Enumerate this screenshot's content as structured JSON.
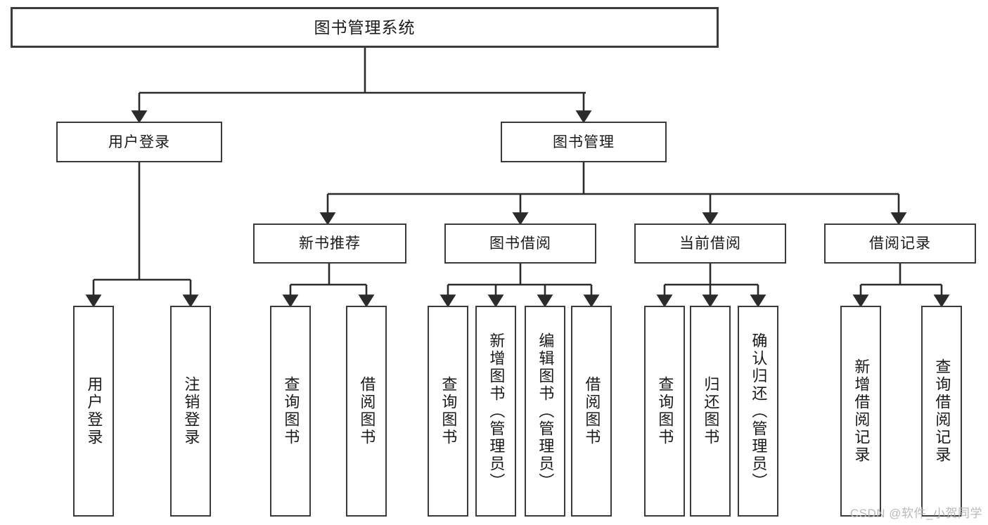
{
  "diagram": {
    "title": "图书管理系统",
    "type": "tree-hierarchy-chart",
    "root": {
      "label": "图书管理系统"
    },
    "level1": [
      {
        "label": "用户登录"
      },
      {
        "label": "图书管理"
      }
    ],
    "level2": [
      {
        "label": "新书推荐"
      },
      {
        "label": "图书借阅"
      },
      {
        "label": "当前借阅"
      },
      {
        "label": "借阅记录"
      }
    ],
    "leaves": {
      "user_login": [
        {
          "label": "用户登录"
        },
        {
          "label": "注销登录"
        }
      ],
      "new_book_recommend": [
        {
          "label": "查询图书"
        },
        {
          "label": "借阅图书"
        }
      ],
      "book_borrow": [
        {
          "label": "查询图书"
        },
        {
          "label": "新增图书（管理员）"
        },
        {
          "label": "编辑图书（管理员）"
        },
        {
          "label": "借阅图书"
        }
      ],
      "current_borrow": [
        {
          "label": "查询图书"
        },
        {
          "label": "归还图书"
        },
        {
          "label": "确认归还（管理员）"
        }
      ],
      "borrow_record": [
        {
          "label": "新增借阅记录"
        },
        {
          "label": "查询借阅记录"
        }
      ]
    }
  },
  "watermark": {
    "text": "CSDN @软件_小贺同学"
  },
  "colors": {
    "box_border": "#3b3b3b",
    "box_fill": "#ffffff",
    "connector": "#2b2b2b",
    "text": "#1a1a1a",
    "watermark": "#b9b9b9"
  }
}
